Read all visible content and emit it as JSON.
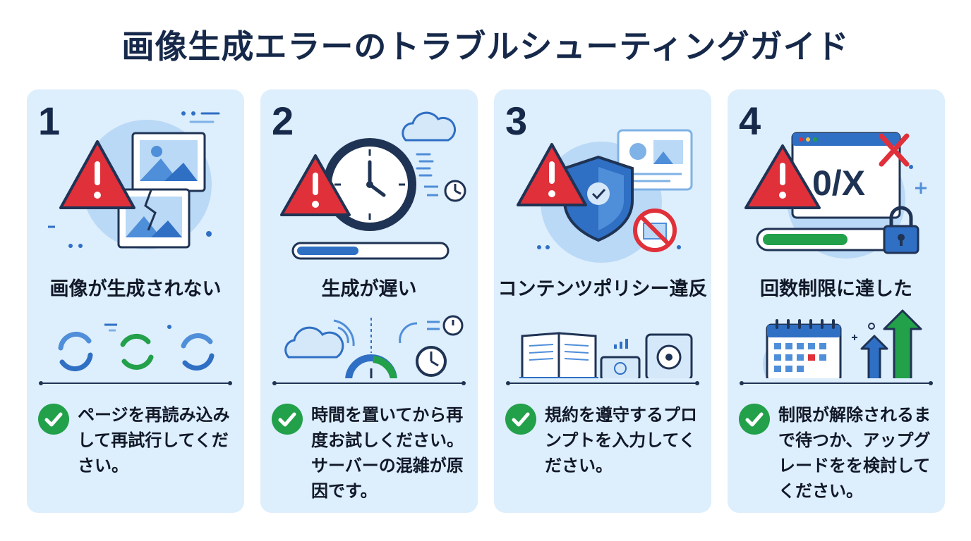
{
  "title": "画像生成エラーのトラブルシューティングガイド",
  "cards": [
    {
      "number": "1",
      "heading": "画像が生成されない",
      "solution": "ページを再読み込みして再試行してください。"
    },
    {
      "number": "2",
      "heading": "生成が遅い",
      "solution": "時間を置いてから再度お試しください。サーバーの混雑が原因です。"
    },
    {
      "number": "3",
      "heading": "コンテンツポリシー違反",
      "solution": "規約を遵守するプロンプトを入力してください。"
    },
    {
      "number": "4",
      "heading": "回数制限に達した",
      "solution": "制限が解除されるまで待つか、アップグレードをを検討してください。",
      "counter_text": "0/X"
    }
  ],
  "colors": {
    "accent": "#2f6fc4",
    "warning": "#e0303a",
    "success": "#22a04a",
    "card_bg": "#ddeefc",
    "title": "#16294a"
  },
  "progress": {
    "card2_slow_progress": 0.42,
    "card4_quota_used": 0.6
  }
}
